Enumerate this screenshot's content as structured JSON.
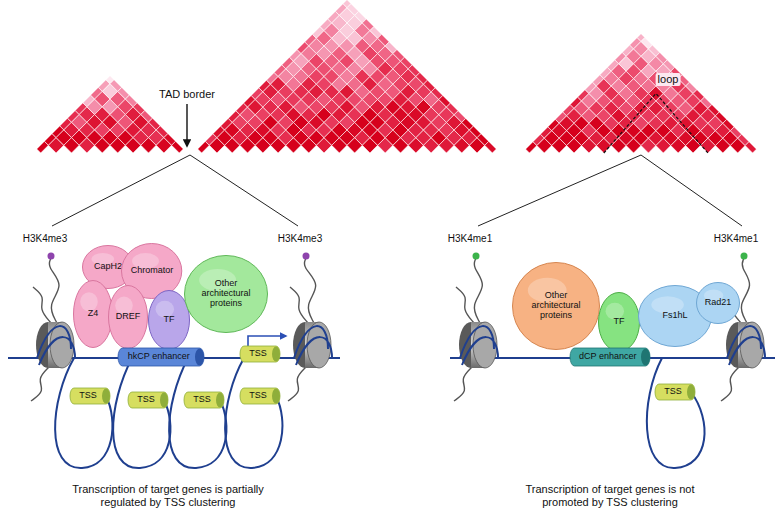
{
  "diagram": {
    "nodes": [
      {
        "text": [
          "CapH2"
        ]
      },
      {
        "text": [
          "Chromator"
        ]
      },
      {
        "text": [
          "Z4"
        ]
      },
      {
        "text": [
          "DREF"
        ]
      },
      {
        "text": [
          "TF"
        ]
      },
      {
        "text": [
          "Other architectural proteins"
        ]
      },
      {
        "text": [
          "hkCP enhancer"
        ]
      },
      {
        "text": [
          "TSS"
        ]
      },
      {
        "text": [
          "TSS"
        ]
      },
      {
        "text": [
          "TSS"
        ]
      },
      {
        "text": [
          "TSS"
        ]
      },
      {
        "text": [
          "TSS"
        ]
      },
      {
        "text": [
          "Other architectural proteins"
        ]
      },
      {
        "text": [
          "TF"
        ]
      },
      {
        "text": [
          "Fs1hL"
        ]
      },
      {
        "text": [
          "Rad21"
        ]
      },
      {
        "text": [
          "dCP enhancer"
        ]
      },
      {
        "text": [
          "TSS"
        ]
      }
    ],
    "labels": [
      "TAD border",
      "loop",
      "H3K4me3",
      "H3K4me3",
      "H3K4me1",
      "H3K4me1",
      "Transcription of target genes is partially regulated by TSS clustering",
      "Transcription of target genes is not promoted by TSS clustering"
    ]
  }
}
